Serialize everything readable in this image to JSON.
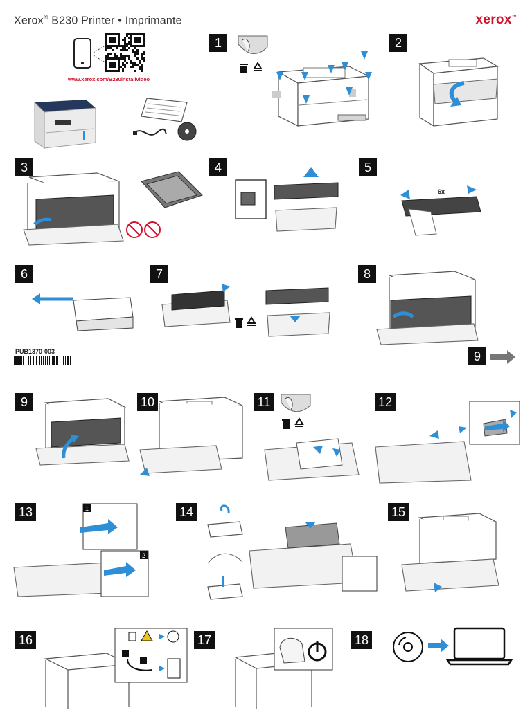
{
  "header": {
    "title_prefix": "Xerox",
    "title_reg": "®",
    "title_rest": " B230 Printer • Imprimante",
    "brand": "xerox",
    "brand_mark": "™"
  },
  "intro": {
    "url": "www.xerox.com/B230installvideo"
  },
  "labels": {
    "shake": "6x",
    "publication": "PUB1370-003",
    "callout_1": "1",
    "callout_2": "2"
  },
  "steps": [
    "1",
    "2",
    "3",
    "4",
    "5",
    "6",
    "7",
    "8",
    "9",
    "9",
    "10",
    "11",
    "12",
    "13",
    "14",
    "15",
    "16",
    "17",
    "18"
  ],
  "colors": {
    "accent": "#2e8fd6",
    "brand": "#d0122c",
    "badge": "#111111"
  },
  "icons": [
    "phone-icon",
    "qr-code-icon",
    "trash-icon",
    "recycle-icon",
    "arrow-icon",
    "power-icon",
    "cd-icon",
    "laptop-icon",
    "outlet-icon",
    "warning-icon",
    "no-touch-icon"
  ]
}
